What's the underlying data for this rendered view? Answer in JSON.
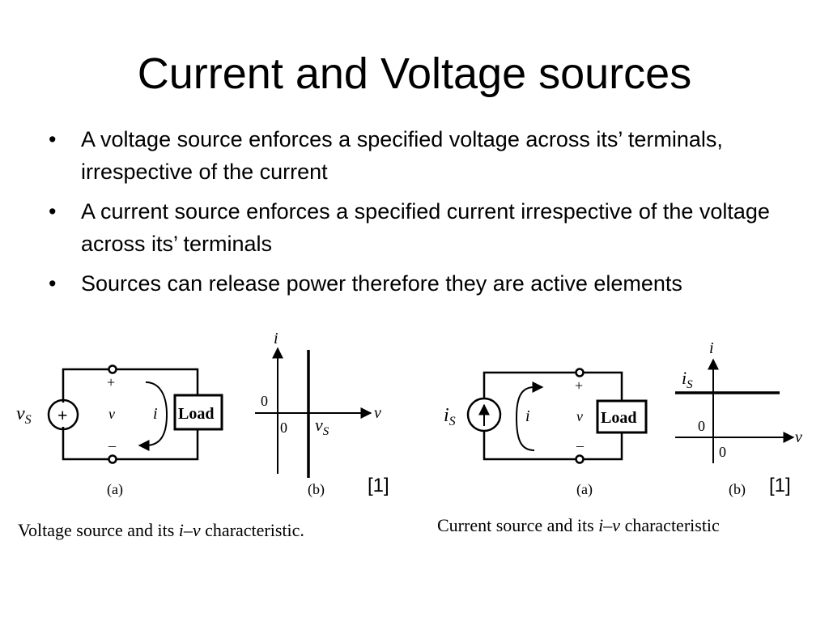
{
  "slide": {
    "title": "Current and Voltage sources",
    "bullets": [
      "A voltage source enforces a specified voltage across its’ terminals, irrespective of the current",
      "A current source enforces a specified current irrespective of the voltage across its’ terminals",
      "Sources can release power therefore they are active elements"
    ]
  },
  "voltage_figure": {
    "source_label": "v",
    "source_label_sub": "S",
    "plus": "+",
    "minus": "−",
    "v_label": "v",
    "i_label": "i",
    "load_label": "Load",
    "sign_plus": "+",
    "sign_minus": "–",
    "sub_a": "(a)",
    "sub_b": "(b)",
    "graph_i_axis": "i",
    "graph_v_axis": "v",
    "graph_zero_y": "0",
    "graph_zero_x": "0",
    "graph_vs": "v",
    "graph_vs_sub": "S",
    "ref": "[1]",
    "caption_pre": "Voltage source and its ",
    "caption_iv": "i–v",
    "caption_post": " characteristic."
  },
  "current_figure": {
    "source_label": "i",
    "source_label_sub": "S",
    "v_label": "v",
    "i_label": "i",
    "load_label": "Load",
    "sign_plus": "+",
    "sign_minus": "–",
    "sub_a": "(a)",
    "sub_b": "(b)",
    "graph_i_axis": "i",
    "graph_v_axis": "v",
    "graph_is": "i",
    "graph_is_sub": "S",
    "graph_zero_y": "0",
    "graph_zero_x": "0",
    "ref": "[1]",
    "caption_pre": "Current source and its ",
    "caption_iv": "i–v",
    "caption_post": " characteristic"
  }
}
